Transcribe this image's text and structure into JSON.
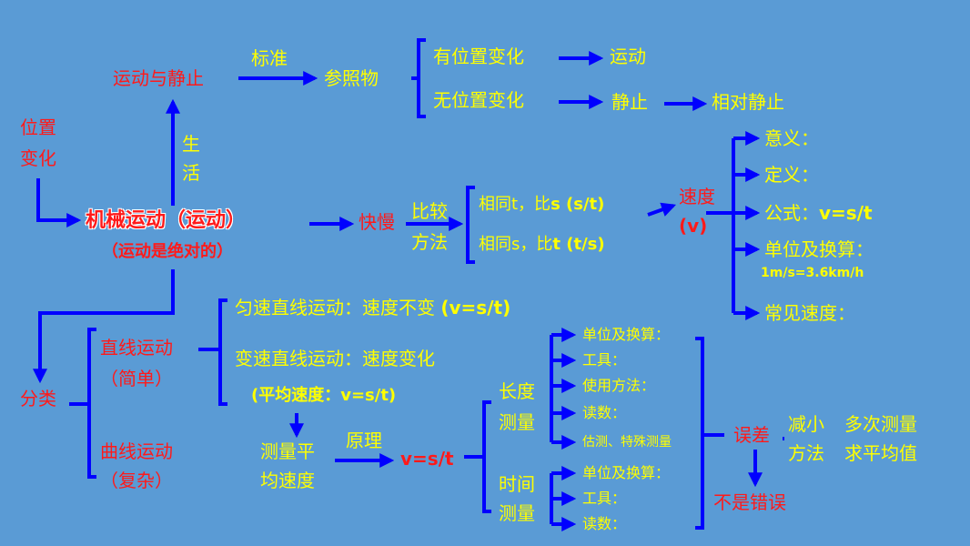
{
  "colors": {
    "background": "#5a9bd5",
    "arrow": "#0000ff",
    "yellow": "#ffff00",
    "red": "#ff1a1a"
  },
  "nodes": {
    "motion_rest": "运动与静止",
    "standard": "标准",
    "reference": "参照物",
    "pos_change": "有位置变化",
    "motion": "运动",
    "no_pos_change": "无位置变化",
    "rest": "静止",
    "relative_rest": "相对静止",
    "position_line1": "位置",
    "position_line2": "变化",
    "life_line1": "生",
    "life_line2": "活",
    "mech_motion": "机械运动（运动）",
    "mech_note": "（运动是绝对的）",
    "fast_slow": "快慢",
    "compare_line1": "比较",
    "compare_line2": "方法",
    "same_t_prefix": "相同t，比",
    "same_t_formula": "s (s/t)",
    "same_s_prefix": "相同s，比",
    "same_s_formula": "t (t/s)",
    "speed_line1": "速度",
    "speed_line2": "(v)",
    "meaning": "意义：",
    "definition": "定义：",
    "formula_label": "公式：",
    "formula_value": "v=s/t",
    "unit_conv": "单位及换算：",
    "unit_value": "1m/s=3.6km/h",
    "common_speed": "常见速度：",
    "classify": "分类",
    "straight_line1": "直线运动",
    "straight_line2": "（简单）",
    "curved_line1": "曲线运动",
    "curved_line2": "（复杂）",
    "uniform": "匀速直线运动：速度不变",
    "uniform_formula": "(v=s/t)",
    "variable": "变速直线运动：速度变化",
    "avg_speed_note": "(平均速度：v=s/t)",
    "measure_avg_line1": "测量平",
    "measure_avg_line2": "均速度",
    "principle": "原理",
    "principle_formula": "v=s/t",
    "length_line1": "长度",
    "length_line2": "测量",
    "time_line1": "时间",
    "time_line2": "测量",
    "length_items": [
      "单位及换算：",
      "工具：",
      "使用方法：",
      "读数：",
      "估测、特殊测量"
    ],
    "time_items": [
      "单位及换算：",
      "工具：",
      "读数："
    ],
    "error": "误差",
    "reduce_line1": "减小",
    "reduce_line2": "方法",
    "multi_line1": "多次测量",
    "multi_line2": "求平均值",
    "not_mistake": "不是错误"
  }
}
